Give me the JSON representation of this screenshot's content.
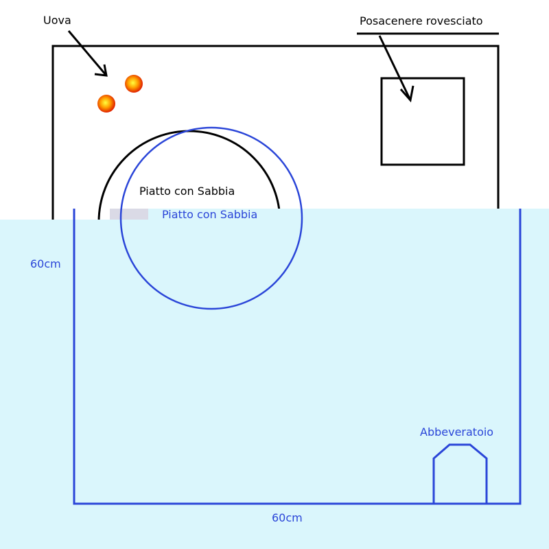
{
  "top_sketch": {
    "eggs_label": "Uova",
    "ashtray_label": "Posacenere rovesciato",
    "sand_dish_label": "Piatto con Sabbia"
  },
  "bottom_sketch": {
    "sand_dish_label": "Piatto con Sabbia",
    "height_label": "60cm",
    "width_label": "60cm",
    "waterer_label": "Abbeveratoio"
  },
  "colors": {
    "black": "#000000",
    "blue": "#2a45d8",
    "panel": "#daf6fc"
  }
}
